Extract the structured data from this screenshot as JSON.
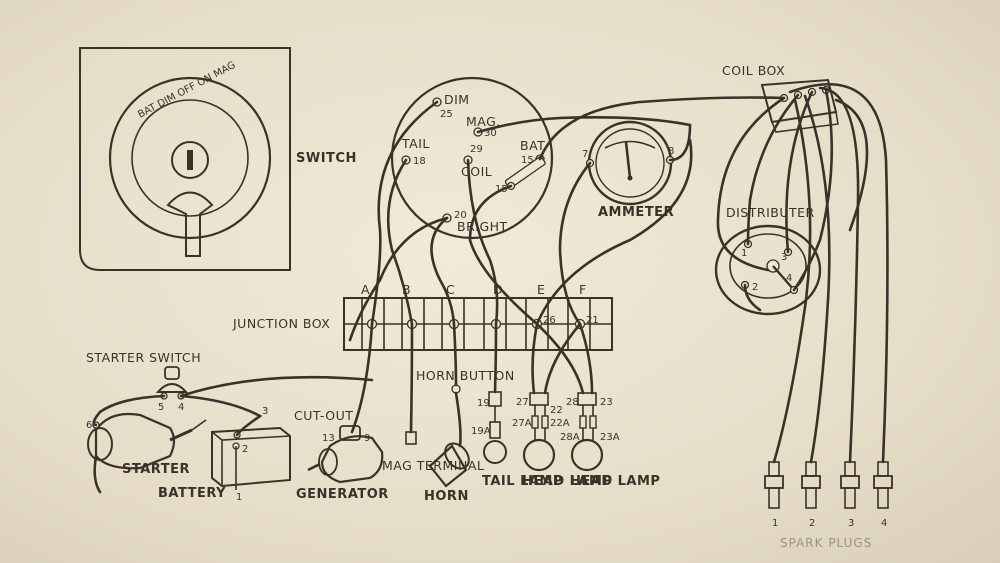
{
  "labels": {
    "switch": "SWITCH",
    "switch_positions": "BAT DIM OFF ON MAG",
    "dim": "DIM",
    "mag": "MAG.",
    "tail": "TAIL",
    "bat": "BAT",
    "coil": "COIL",
    "bright": "BRIGHT",
    "ammeter": "AMMETER",
    "coil_box": "COIL BOX",
    "distributer": "DISTRIBUTER",
    "junction_box": "JUNCTION BOX",
    "starter_switch": "STARTER SWITCH",
    "starter": "STARTER",
    "battery": "BATTERY",
    "cut_out": "CUT-OUT",
    "generator": "GENERATOR",
    "mag_terminal": "MAG TERMINAL",
    "horn_button": "HORN BUTTON",
    "horn": "HORN",
    "tail_lamp": "TAIL LAMP",
    "head_lamp_1": "HEAD LAMP",
    "head_lamp_2": "HEAD LAMP",
    "spark_plugs": "SPARK PLUGS"
  },
  "terminal_numbers": {
    "dim": "25",
    "mag": "30",
    "tail": "18",
    "coil": "29",
    "bat": "15",
    "bat_low": "15",
    "bright": "20",
    "ammeter_left": "7",
    "ammeter_right": "8",
    "junction_e": "26",
    "junction_f": "21",
    "starter_switch_left": "5",
    "starter_switch_right": "4",
    "starter_left": "6",
    "battery_top": "3",
    "battery_mid": "2",
    "battery_bottom": "1",
    "cutout_left": "13",
    "cutout_right": "9",
    "tail_lamp_top": "19",
    "tail_lamp_bottom": "19A",
    "lamp1_a": "27",
    "lamp1_b": "22",
    "lamp1_c": "27A",
    "lamp1_d": "22A",
    "lamp2_a": "28",
    "lamp2_b": "23",
    "lamp2_c": "28A",
    "lamp2_d": "23A",
    "dist_1": "1",
    "dist_2": "2",
    "dist_3": "3",
    "dist_4": "4",
    "plug_1": "1",
    "plug_2": "2",
    "plug_3": "3",
    "plug_4": "4"
  },
  "junction_letters": [
    "A",
    "B",
    "C",
    "D",
    "E",
    "F"
  ]
}
